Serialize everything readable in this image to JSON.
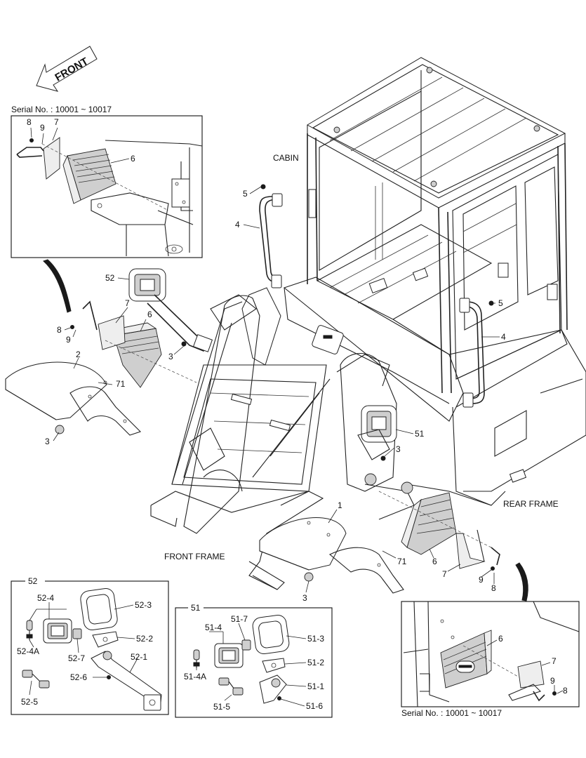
{
  "direction_label": "FRONT",
  "area_labels": {
    "cabin": "CABIN",
    "front_frame": "FRONT FRAME",
    "rear_frame": "REAR FRAME"
  },
  "inset_top_left": {
    "serial": "Serial No. : 10001 ~ 10017",
    "callouts": [
      "8",
      "9",
      "7",
      "6"
    ]
  },
  "inset_bottom_right": {
    "serial": "Serial No. : 10001 ~ 10017",
    "callouts": [
      "6",
      "7",
      "9",
      "8"
    ]
  },
  "main_callouts": {
    "c5a": "5",
    "c4a": "4",
    "c52": "52",
    "c7a": "7",
    "c6a": "6",
    "c8a": "8",
    "c9a": "9",
    "c2": "2",
    "c71a": "71",
    "c3a": "3",
    "c3b": "3",
    "c5b": "5",
    "c4b": "4",
    "c51": "51",
    "c3c": "3",
    "c1": "1",
    "c71b": "71",
    "c6b": "6",
    "c7b": "7",
    "c9b": "9",
    "c8b": "8",
    "c3d": "3"
  },
  "group_52": {
    "title": "52",
    "callouts": [
      "52-4",
      "52-3",
      "52-4A",
      "52-7",
      "52-2",
      "52-1",
      "52-6",
      "52-5"
    ]
  },
  "group_51": {
    "title": "51",
    "callouts": [
      "51-7",
      "51-4",
      "51-3",
      "51-2",
      "51-4A",
      "51-1",
      "51-5",
      "51-6"
    ]
  },
  "icons": [
    "front-arrow-icon",
    "work-lamp-icon",
    "bulb-icon",
    "connector-icon",
    "curved-arrow-icon"
  ]
}
